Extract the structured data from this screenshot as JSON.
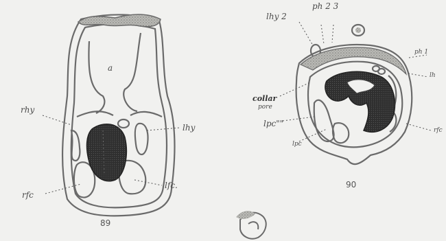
{
  "figure_89": {
    "number": "89",
    "labels": {
      "a": "a",
      "rhy": "rhy",
      "lhy": "lhy",
      "rfc": "rfc",
      "lfc": "lfc."
    }
  },
  "figure_90": {
    "number": "90",
    "labels": {
      "lhy2": "lhy 2",
      "ph23": "ph 2 3",
      "ph1": "ph 1",
      "lhy_edge": "lh",
      "collar": "collar",
      "pore": "pore",
      "lpc_primes": "lpc\"\"",
      "lpc": "lpc",
      "rfc_edge": "rfc"
    }
  },
  "colors": {
    "background": "#f1f1ef",
    "outline": "#6a6a6a",
    "dark_mass": "#2b2b2b",
    "stipple": "#9a9a96"
  }
}
